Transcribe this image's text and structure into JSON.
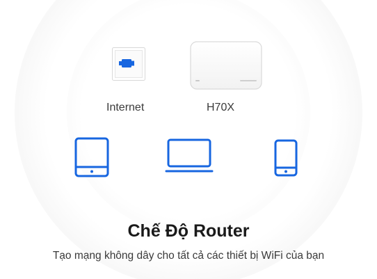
{
  "diagram": {
    "internet_label": "Internet",
    "device_label": "H70X",
    "accent_color": "#1766e0",
    "icons": [
      "ethernet-port-icon",
      "router-icon",
      "tablet-icon",
      "laptop-icon",
      "smartphone-icon"
    ]
  },
  "mode": {
    "title": "Chế Độ Router",
    "description": "Tạo mạng không dây cho tất cả các thiết bị WiFi của bạn"
  }
}
